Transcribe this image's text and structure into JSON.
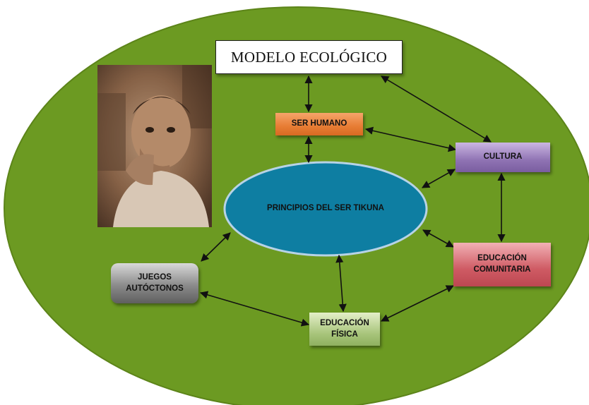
{
  "diagram": {
    "title": "MODELO ECOLÓGICO",
    "center": "PRINCIPIOS DEL SER TIKUNA",
    "nodes": {
      "ser_humano": "SER HUMANO",
      "cultura": "CULTURA",
      "educacion_comunitaria": "EDUCACIÓN\nCOMUNITARIA",
      "educacion_fisica": "EDUCACIÓN\nFÍSICA",
      "juegos": "JUEGOS\nAUTÓCTONOS"
    }
  },
  "colors": {
    "background_ellipse": "#6c9a22",
    "center_ellipse": "#0e7ea2",
    "ser_humano": "#e77d34",
    "cultura": "#8f73b3",
    "educacion_comunitaria": "#cf5b64",
    "educacion_fisica": "#a7c47a",
    "juegos": "#8b8b8b",
    "arrows": "#111111"
  },
  "image": {
    "subject": "sepia photo of a child with hand near mouth"
  }
}
